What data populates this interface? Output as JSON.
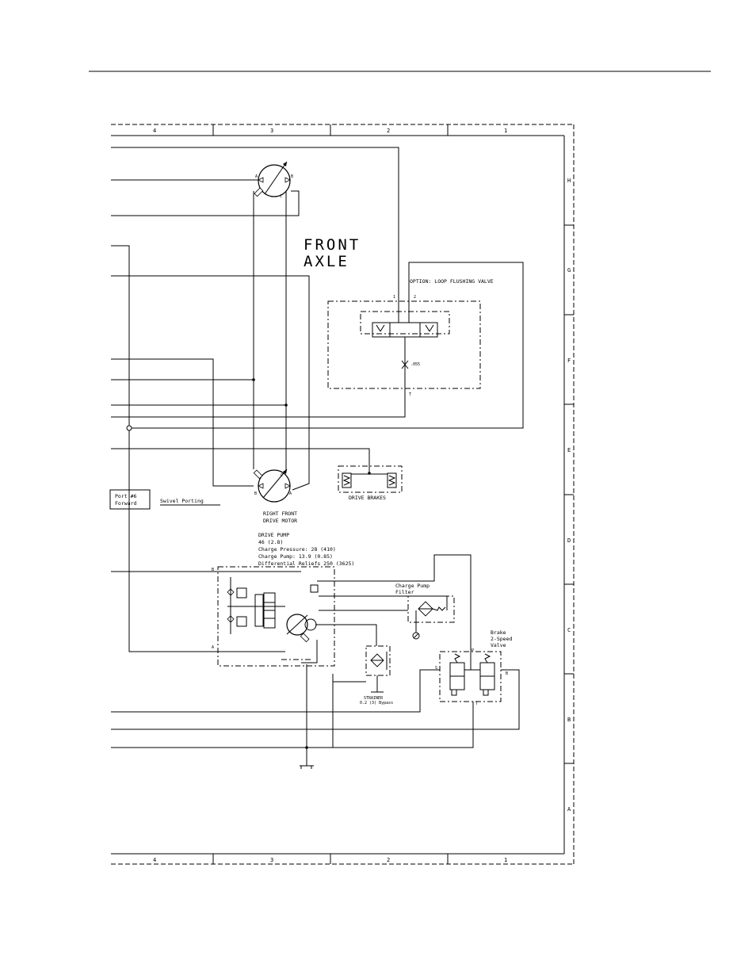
{
  "zones": {
    "columns": [
      "4",
      "3",
      "2",
      "1"
    ],
    "rows": [
      "H",
      "G",
      "F",
      "E",
      "D",
      "C",
      "B",
      "A"
    ]
  },
  "labels": {
    "front_axle_line1": "FRONT",
    "front_axle_line2": "AXLE",
    "flushing_valve": "OPTION: LOOP FLUSHING VALVE",
    "port_1": "1",
    "port_2": "2",
    "orifice": ".055",
    "port_t": "T",
    "drive_brakes": "DRIVE BRAKES",
    "port6_line1": "Port #6",
    "port6_line2": "Forward",
    "swivel_porting": "Swivel Porting",
    "motor_line1": "RIGHT FRONT",
    "motor_line2": "DRIVE MOTOR",
    "top_motor_a": "A",
    "top_motor_b": "B",
    "top_motor_c": "C",
    "bot_motor_a": "A",
    "bot_motor_b": "B",
    "bot_motor_c": "C",
    "pump_title": "DRIVE PUMP",
    "pump_disp": "46 (2.8)",
    "pump_charge_pressure": "Charge Pressure: 28 (410)",
    "pump_charge_pump": "Charge Pump: 13.9 (0.85)",
    "pump_reliefs": "Differential Reliefs 250 (3625)",
    "pump_port_b": "B",
    "pump_port_a": "A",
    "charge_filter_line1": "Charge Pump",
    "charge_filter_line2": "Filter",
    "brake_valve_line1": "Brake",
    "brake_valve_line2": "2-Speed",
    "brake_valve_line3": "Valve",
    "brake_port_p": "P",
    "brake_port_s": "S",
    "brake_port_t": "T",
    "brake_port_b": "B",
    "strainer_line1": "STRAINER",
    "strainer_line2": "0.2 (3) Bypass"
  }
}
